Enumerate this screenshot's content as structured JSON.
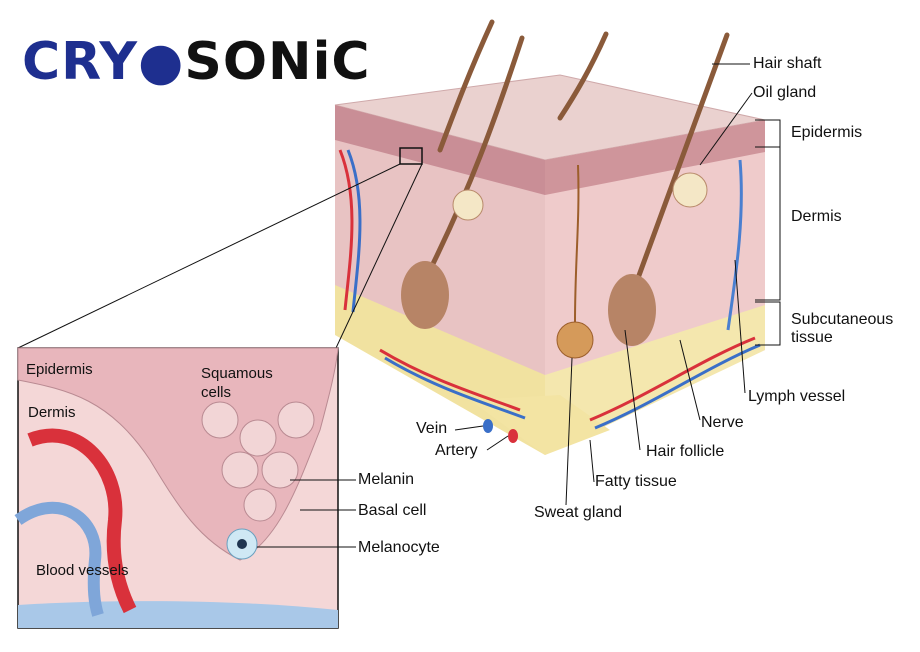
{
  "logo": {
    "part1": "CRY",
    "part2": "SONiC",
    "colors": {
      "brand_blue": "#1e2f8f",
      "brand_dark": "#111111"
    }
  },
  "labels": {
    "hair_shaft": "Hair shaft",
    "oil_gland": "Oil gland",
    "epidermis": "Epidermis",
    "dermis": "Dermis",
    "subcutaneous_1": "Subcutaneous",
    "subcutaneous_2": "tissue",
    "lymph_vessel": "Lymph vessel",
    "nerve": "Nerve",
    "hair_follicle": "Hair follicle",
    "fatty_tissue": "Fatty tissue",
    "sweat_gland": "Sweat gland",
    "vein": "Vein",
    "artery": "Artery"
  },
  "inset": {
    "epidermis": "Epidermis",
    "dermis": "Dermis",
    "squamous_1": "Squamous",
    "squamous_2": "cells",
    "melanin": "Melanin",
    "basal_cell": "Basal cell",
    "melanocyte": "Melanocyte",
    "blood_vessels": "Blood vessels"
  },
  "colors": {
    "skin_top": "#e9c6c4",
    "skin_side": "#e8bfc0",
    "dermis_front": "#f0cfcf",
    "fat": "#f1e2a0",
    "epidermis_band": "#c98e96",
    "hair": "#8a5a3a",
    "artery": "#d9313b",
    "vein": "#3a6fc8",
    "cell_fill": "#f2d5d6",
    "cell_line": "#b98a92",
    "melanocyte": "#cfe8f4"
  }
}
